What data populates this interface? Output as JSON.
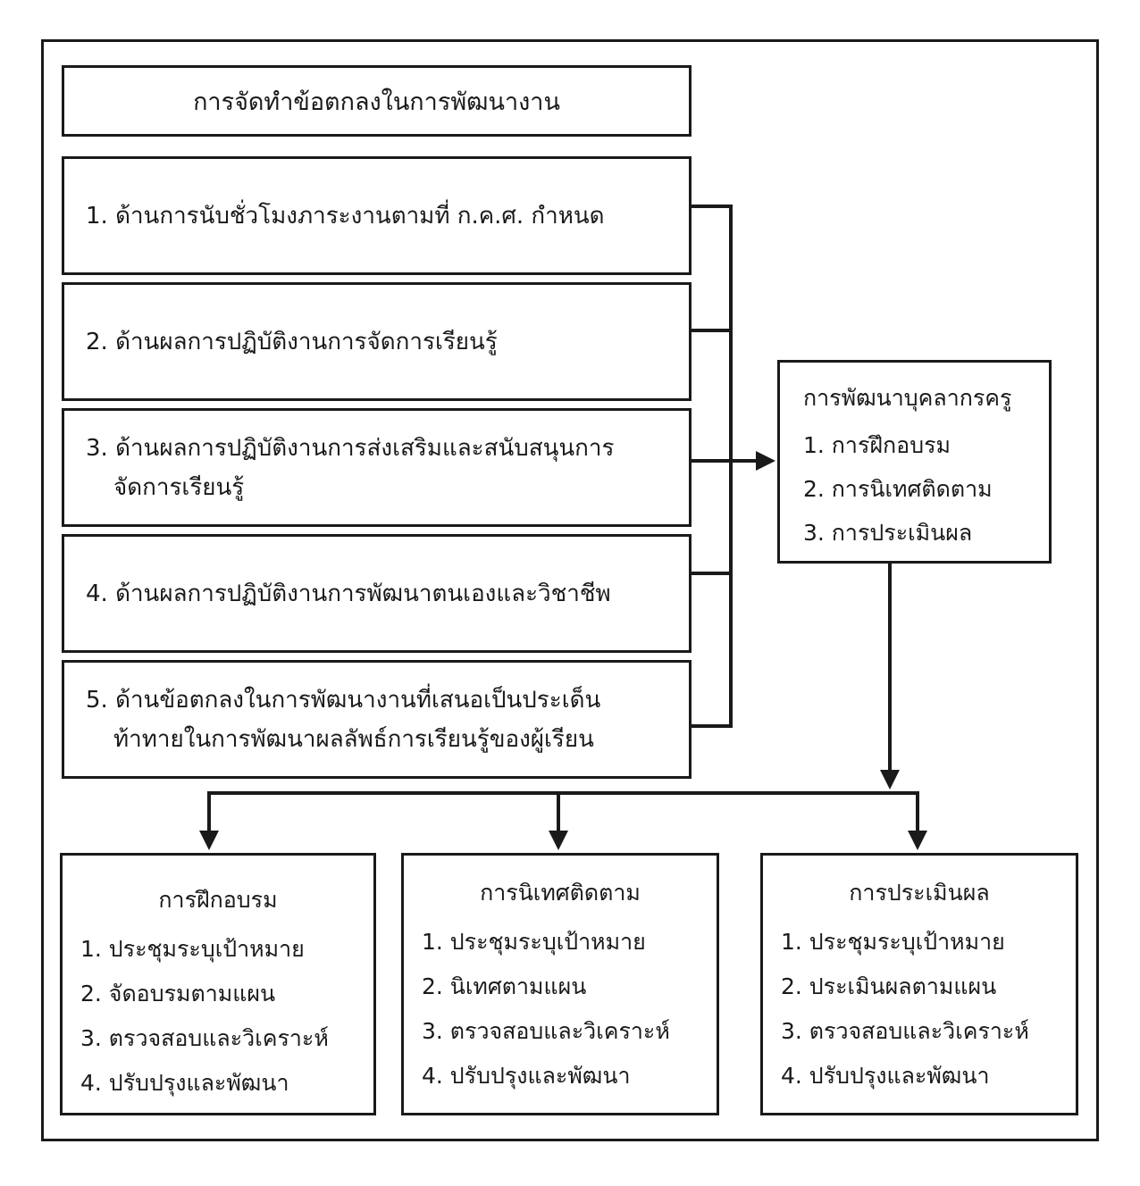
{
  "title": "การจัดทำข้อตกลงในการพัฒนางาน",
  "aspects": [
    {
      "lines": [
        "1. ด้านการนับชั่วโมงภาระงานตามที่ ก.ค.ศ. กำหนด"
      ]
    },
    {
      "lines": [
        "2. ด้านผลการปฏิบัติงานการจัดการเรียนรู้"
      ]
    },
    {
      "lines": [
        "3. ด้านผลการปฏิบัติงานการส่งเสริมและสนับสนุนการ",
        "จัดการเรียนรู้"
      ]
    },
    {
      "lines": [
        "4. ด้านผลการปฏิบัติงานการพัฒนาตนเองและวิชาชีพ"
      ]
    },
    {
      "lines": [
        "5. ด้านข้อตกลงในการพัฒนางานที่เสนอเป็นประเด็น",
        "ท้าทายในการพัฒนาผลลัพธ์การเรียนรู้ของผู้เรียน"
      ]
    }
  ],
  "development": {
    "heading": "การพัฒนาบุคลากรครู",
    "items": [
      "1. การฝึกอบรม",
      "2. การนิเทศติดตาม",
      "3. การประเมินผล"
    ]
  },
  "bottom_boxes": [
    {
      "heading": "การฝึกอบรม",
      "items": [
        "1. ประชุมระบุเป้าหมาย",
        "2. จัดอบรมตามแผน",
        "3. ตรวจสอบและวิเคราะห์",
        "4. ปรับปรุงและพัฒนา"
      ]
    },
    {
      "heading": "การนิเทศติดตาม",
      "items": [
        "1. ประชุมระบุเป้าหมาย",
        "2. นิเทศตามแผน",
        "3. ตรวจสอบและวิเคราะห์",
        "4. ปรับปรุงและพัฒนา"
      ]
    },
    {
      "heading": "การประเมินผล",
      "items": [
        "1. ประชุมระบุเป้าหมาย",
        "2. ประเมินผลตามแผน",
        "3. ตรวจสอบและวิเคราะห์",
        "4. ปรับปรุงและพัฒนา"
      ]
    }
  ]
}
